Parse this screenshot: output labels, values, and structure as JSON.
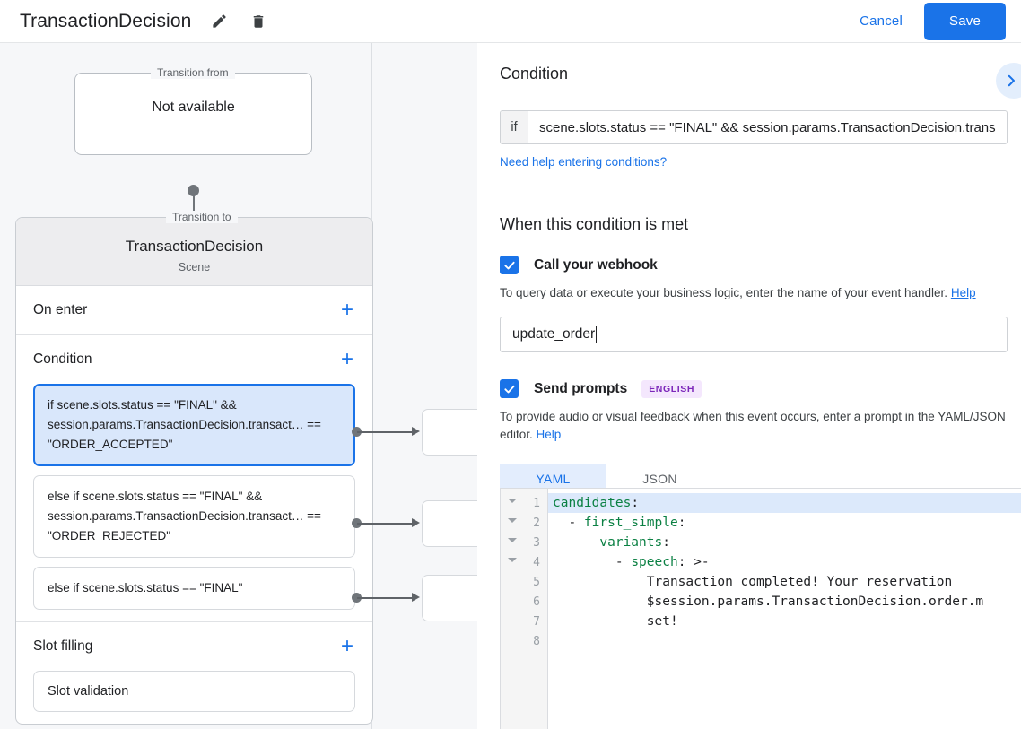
{
  "topbar": {
    "title": "TransactionDecision",
    "edit_icon": "pencil-icon",
    "delete_icon": "trash-icon",
    "cancel_label": "Cancel",
    "save_label": "Save",
    "accent_color": "#1a73e8"
  },
  "canvas": {
    "transition_from": {
      "legend": "Transition from",
      "value": "Not available"
    },
    "transition_to": {
      "legend": "Transition to",
      "name": "TransactionDecision",
      "type": "Scene"
    },
    "sections": [
      {
        "title": "On enter",
        "add_label": "+"
      },
      {
        "title": "Condition",
        "add_label": "+"
      },
      {
        "title": "Slot filling",
        "add_label": "+"
      }
    ],
    "conditions": [
      {
        "text": "if scene.slots.status == \"FINAL\" && session.params.TransactionDecision.transact… == \"ORDER_ACCEPTED\"",
        "selected": true
      },
      {
        "text": "else if scene.slots.status == \"FINAL\" && session.params.TransactionDecision.transact… == \"ORDER_REJECTED\"",
        "selected": false
      },
      {
        "text": "else if scene.slots.status == \"FINAL\"",
        "selected": false
      }
    ],
    "slot_filling_items": [
      {
        "text": "Slot validation"
      }
    ]
  },
  "right_panel": {
    "condition": {
      "title": "Condition",
      "chevron_icon": "chevron-right-icon",
      "if_prefix": "if",
      "expression": "scene.slots.status == \"FINAL\" && session.params.TransactionDecision.trans",
      "help_link": "Need help entering conditions?"
    },
    "when_met": {
      "title": "When this condition is met",
      "webhook": {
        "checked": true,
        "label": "Call your webhook",
        "helper": "To query data or execute your business logic, enter the name of your event handler.",
        "helper_link": "Help",
        "value": "update_order"
      },
      "prompts": {
        "checked": true,
        "label": "Send prompts",
        "badge": "ENGLISH",
        "badge_bg": "#f4e7fd",
        "badge_color": "#7c27ba",
        "helper": "To provide audio or visual feedback when this event occurs, enter a prompt in the YAML/JSON editor.",
        "helper_link": "Help"
      },
      "tabs": [
        {
          "label": "YAML",
          "active": true
        },
        {
          "label": "JSON",
          "active": false
        }
      ]
    },
    "editor": {
      "active_line": 1,
      "line_numbers": [
        "1",
        "2",
        "3",
        "4",
        "5",
        "6",
        "7",
        "8"
      ],
      "fold_rows": [
        1,
        2,
        3,
        4
      ],
      "lines": [
        {
          "num": "1",
          "indent": "",
          "key": "candidates",
          "punc": ":",
          "rest": ""
        },
        {
          "num": "2",
          "indent": "  - ",
          "key": "first_simple",
          "punc": ":",
          "rest": ""
        },
        {
          "num": "3",
          "indent": "      ",
          "key": "variants",
          "punc": ":",
          "rest": ""
        },
        {
          "num": "4",
          "indent": "        - ",
          "key": "speech",
          "punc": ":",
          "rest": " >-"
        },
        {
          "num": "5",
          "indent": "            ",
          "key": "",
          "punc": "",
          "rest": "Transaction completed! Your reservation"
        },
        {
          "num": "6",
          "indent": "            ",
          "key": "",
          "punc": "",
          "rest": "$session.params.TransactionDecision.order.m"
        },
        {
          "num": "7",
          "indent": "            ",
          "key": "",
          "punc": "",
          "rest": "set!"
        },
        {
          "num": "8",
          "indent": "",
          "key": "",
          "punc": "",
          "rest": ""
        }
      ]
    }
  }
}
